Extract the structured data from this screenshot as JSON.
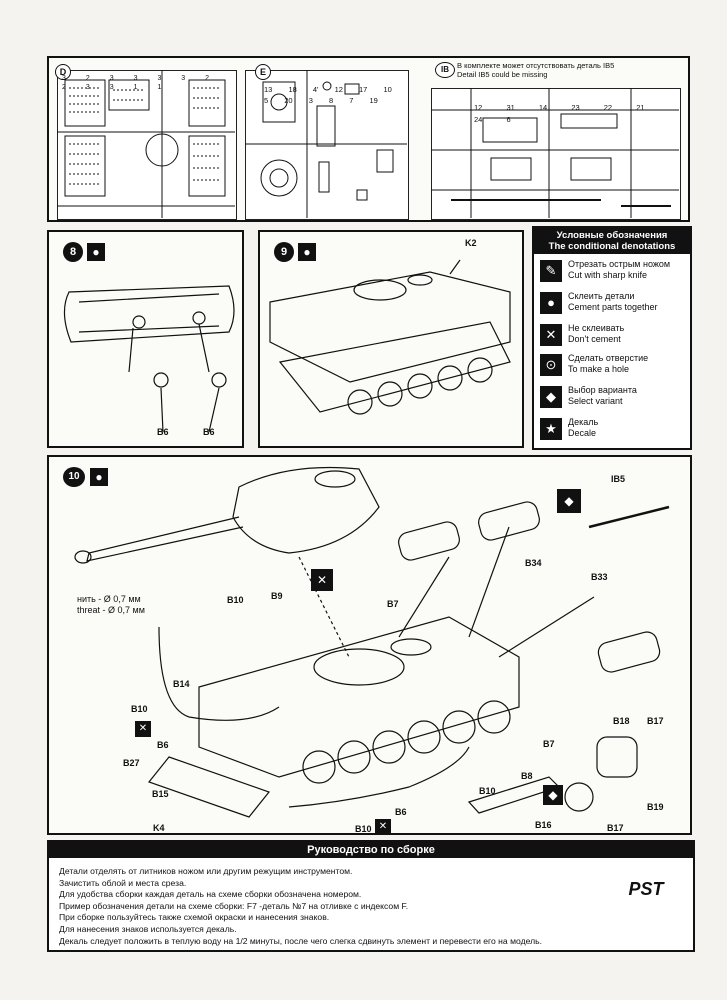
{
  "top_panel": {
    "sprue_d": "D",
    "sprue_e": "E",
    "sprue_ib": "IB",
    "ib5_note_ru": "В комплекте может отсутствовать деталь IB5",
    "ib5_note_en": "Detail IB5 could be missing",
    "d_numbers": [
      "3",
      "2",
      "3",
      "3",
      "3",
      "3",
      "2",
      "2",
      "3",
      "3",
      "1",
      "1"
    ],
    "e_numbers": [
      "13",
      "18",
      "4'",
      "12",
      "17",
      "10",
      "5",
      "20",
      "3",
      "8",
      "7",
      "19"
    ],
    "ib_numbers": [
      "12",
      "31",
      "14",
      "23",
      "22",
      "21",
      "24",
      "6"
    ]
  },
  "legend": {
    "title_ru": "Условные обозначения",
    "title_en": "The conditional denotations",
    "items": [
      {
        "ru": "Отрезать острым ножом",
        "en": "Cut with sharp knife",
        "icon": "knife-icon",
        "glyph": "✎"
      },
      {
        "ru": "Склеить детали",
        "en": "Cement parts together",
        "icon": "drop-icon",
        "glyph": "●"
      },
      {
        "ru": "Не склеивать",
        "en": "Don't cement",
        "icon": "no-cement-icon",
        "glyph": "✕"
      },
      {
        "ru": "Сделать отверстие",
        "en": "To make a hole",
        "icon": "drill-icon",
        "glyph": "⊙"
      },
      {
        "ru": "Выбор варианта",
        "en": "Select variant",
        "icon": "variant-icon",
        "glyph": "◆"
      },
      {
        "ru": "Декаль",
        "en": "Decale",
        "icon": "decal-icon",
        "glyph": "★"
      }
    ]
  },
  "step8": {
    "number": "8",
    "labels": [
      "B6",
      "B6"
    ]
  },
  "step9": {
    "number": "9",
    "labels": [
      "K2"
    ]
  },
  "step10": {
    "number": "10",
    "thread_ru": "нить - Ø 0,7 мм",
    "thread_en": "threat - Ø 0,7 мм",
    "labels": {
      "ib5": "IB5",
      "b34": "B34",
      "b33": "B33",
      "b10a": "B10",
      "b9": "B9",
      "b7a": "B7",
      "b14": "B14",
      "b10b": "B10",
      "b6a": "B6",
      "b27": "B27",
      "b15": "B15",
      "k4": "K4",
      "b7b": "B7",
      "b8": "B8",
      "b10c": "B10",
      "b6b": "B6",
      "b10d": "B10",
      "b16": "B16",
      "b18": "B18",
      "b17a": "B17",
      "b19": "B19",
      "b17b": "B17"
    }
  },
  "assembly": {
    "title": "Руководство по сборке",
    "lines": [
      "Детали отделять от литников ножом или другим режущим инструментом.",
      "Зачистить облой и места среза.",
      "Для удобства сборки каждая деталь на схеме сборки обозначена номером.",
      "Пример обозначения детали на схеме сборки: F7 -деталь №7 на отливке с индексом F.",
      "При сборке пользуйтесь также схемой окраски и нанесения знаков.",
      "Для нанесения знаков используется декаль.",
      "Декаль следует положить в теплую воду на 1/2  минуты, после чего слегка сдвинуть элемент и перевести его на модель."
    ],
    "logo": "PST"
  }
}
